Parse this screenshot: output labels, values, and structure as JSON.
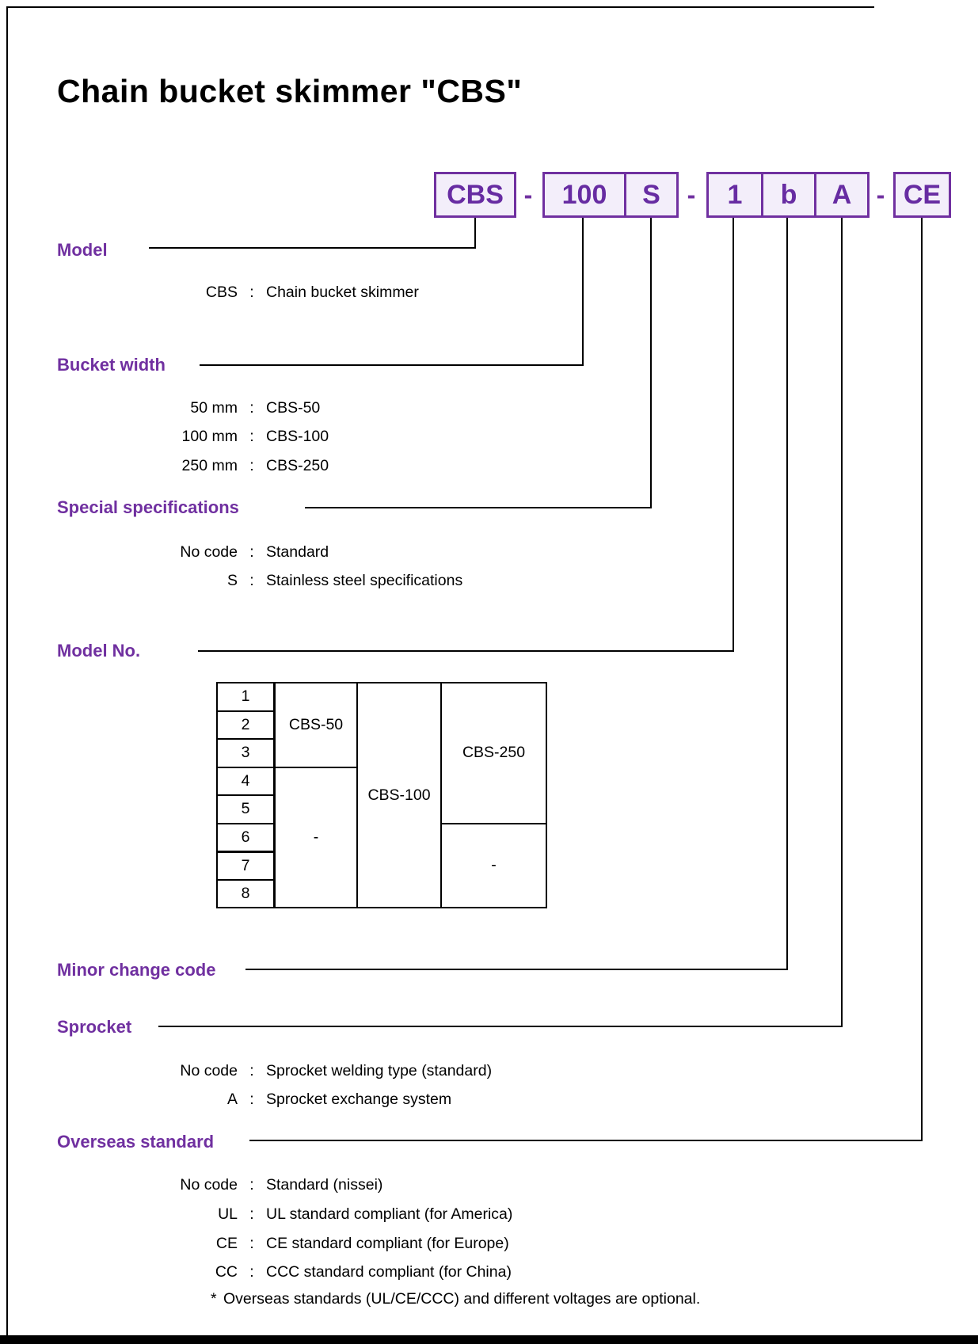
{
  "colors": {
    "accent_purple": "#7030A0",
    "code_box_fill": "#F3EEFA",
    "text_black": "#000000"
  },
  "title": "Chain bucket skimmer \"CBS\"",
  "ui": {
    "colon": ":"
  },
  "code": {
    "dash": "-",
    "groups": [
      [
        "CBS"
      ],
      [
        "100",
        "S"
      ],
      [
        "1",
        "b",
        "A"
      ],
      [
        "CE"
      ]
    ]
  },
  "sections": {
    "model": {
      "heading": "Model",
      "rows": [
        {
          "label": "CBS",
          "value": "Chain bucket skimmer"
        }
      ]
    },
    "bucket_width": {
      "heading": "Bucket width",
      "rows": [
        {
          "label": "50 mm",
          "value": "CBS-50"
        },
        {
          "label": "100 mm",
          "value": "CBS-100"
        },
        {
          "label": "250 mm",
          "value": "CBS-250"
        }
      ]
    },
    "special_specifications": {
      "heading": "Special specifications",
      "rows": [
        {
          "label": "No code",
          "value": "Standard"
        },
        {
          "label": "S",
          "value": "Stainless steel specifications"
        }
      ]
    },
    "model_no": {
      "heading": "Model No."
    },
    "minor_change_code": {
      "heading": "Minor change code"
    },
    "sprocket": {
      "heading": "Sprocket",
      "rows": [
        {
          "label": "No code",
          "value": "Sprocket welding type (standard)"
        },
        {
          "label": "A",
          "value": "Sprocket exchange system"
        }
      ]
    },
    "overseas_standard": {
      "heading": "Overseas standard",
      "rows": [
        {
          "label": "No code",
          "value": "Standard (nissei)"
        },
        {
          "label": "UL",
          "value": "UL standard compliant (for America)"
        },
        {
          "label": "CE",
          "value": "CE standard compliant (for Europe)"
        },
        {
          "label": "CC",
          "value": "CCC standard compliant (for China)"
        }
      ],
      "footnote_marker": "*",
      "footnote": "Overseas standards (UL/CE/CCC) and different voltages are optional."
    }
  },
  "model_table": {
    "row_numbers": [
      "1",
      "2",
      "3",
      "4",
      "5",
      "6",
      "7",
      "8"
    ],
    "cbs50_label": "CBS-50",
    "cbs50_dash": "-",
    "cbs100_label": "CBS-100",
    "cbs250_label": "CBS-250",
    "cbs250_dash": "-"
  }
}
